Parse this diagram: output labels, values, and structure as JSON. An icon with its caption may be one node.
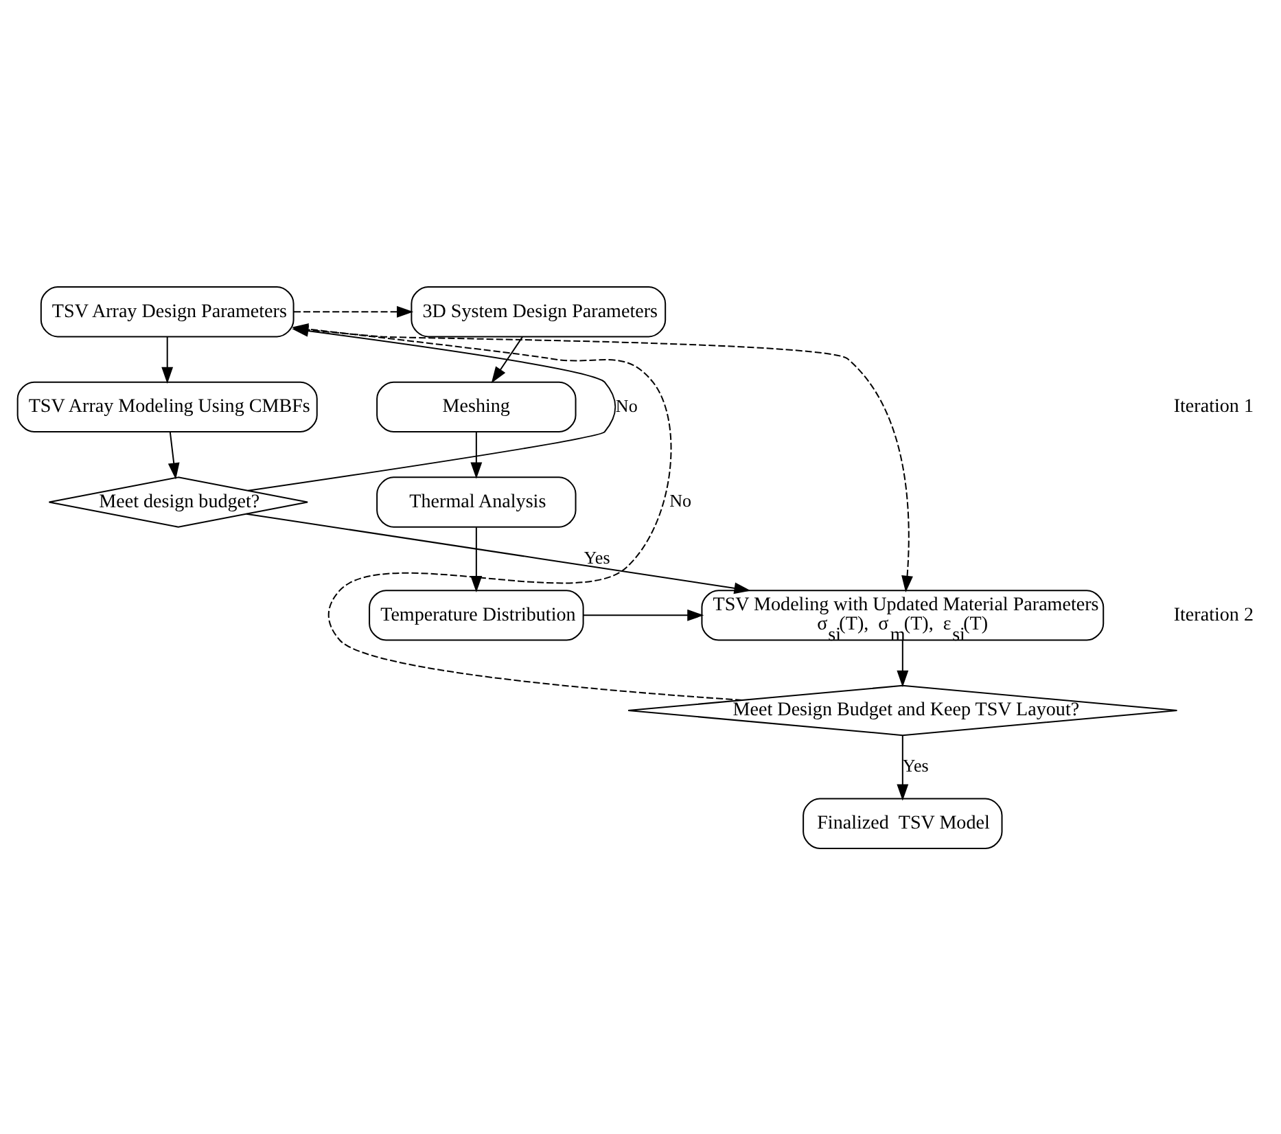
{
  "diagram": {
    "nodes": [
      {
        "text": [
          "TSV Array Design Parameters"
        ]
      },
      {
        "text": [
          "TSV Array Modeling Using CMBFs"
        ]
      },
      {
        "text": [
          "Meet design budget?"
        ]
      },
      {
        "text": [
          "TSV Modeling with Updated Material Parameters",
          "σ$_{si}$(T),  σ$_{m}$(T),  ε$_{si}$(T)"
        ]
      },
      {
        "text": [
          "Meet Design Budget and Keep TSV Layout?"
        ]
      },
      {
        "text": [
          "Finalized  TSV Model"
        ]
      },
      {
        "text": [
          "3D System Design Parameters"
        ]
      },
      {
        "text": [
          "Meshing"
        ]
      },
      {
        "text": [
          "Thermal Analysis"
        ]
      },
      {
        "text": [
          "Temperature Distribution"
        ]
      }
    ],
    "edges": [
      {
        "from": 0,
        "to": 1,
        "arrow": "to"
      },
      {
        "from": 1,
        "to": 2,
        "arrow": "to"
      },
      {
        "from": 2,
        "to": 0,
        "arrow": "to",
        "label": "No"
      },
      {
        "from": 2,
        "to": 3,
        "arrow": "to",
        "label": "Yes"
      },
      {
        "from": 0,
        "to": 3,
        "arrow": "to",
        "style": "dashed"
      },
      {
        "from": 0,
        "to": 6,
        "arrow": "to",
        "style": "dashed"
      },
      {
        "from": 6,
        "to": 7,
        "arrow": "to"
      },
      {
        "from": 7,
        "to": 8,
        "arrow": "to"
      },
      {
        "from": 8,
        "to": 9,
        "arrow": "to"
      },
      {
        "from": 9,
        "to": 3,
        "arrow": "to"
      },
      {
        "from": 3,
        "to": 4,
        "arrow": "to"
      },
      {
        "from": 4,
        "to": 0,
        "arrow": "to",
        "label": "No",
        "style": "dashed"
      },
      {
        "from": 4,
        "to": 5,
        "arrow": "to",
        "label": "Yes"
      }
    ],
    "labels": [
      "Iteration 1",
      "Iteration 2"
    ]
  }
}
